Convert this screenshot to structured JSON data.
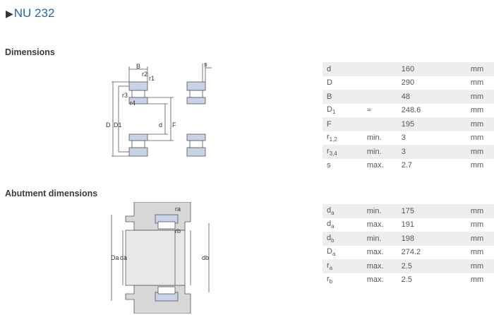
{
  "header": {
    "title": "NU 232"
  },
  "sections": {
    "dimensions": "Dimensions",
    "abutment": "Abutment dimensions"
  },
  "diagram1_labels": {
    "B": "B",
    "r2": "r2",
    "r1": "r1",
    "r3": "r3",
    "r4": "r4",
    "D": "D",
    "D1": "D1",
    "d": "d",
    "F": "F",
    "s": "s"
  },
  "diagram2_labels": {
    "ra": "ra",
    "rb": "rb",
    "Da": "Da",
    "da": "da",
    "db": "db"
  },
  "dimensions": [
    {
      "sym": "d",
      "sub": "",
      "qual": "",
      "val": "160",
      "unit": "mm"
    },
    {
      "sym": "D",
      "sub": "",
      "qual": "",
      "val": "290",
      "unit": "mm"
    },
    {
      "sym": "B",
      "sub": "",
      "qual": "",
      "val": "48",
      "unit": "mm"
    },
    {
      "sym": "D",
      "sub": "1",
      "qual": "≈",
      "val": "248.6",
      "unit": "mm"
    },
    {
      "sym": "F",
      "sub": "",
      "qual": "",
      "val": "195",
      "unit": "mm"
    },
    {
      "sym": "r",
      "sub": "1,2",
      "qual": "min.",
      "val": "3",
      "unit": "mm"
    },
    {
      "sym": "r",
      "sub": "3,4",
      "qual": "min.",
      "val": "3",
      "unit": "mm"
    },
    {
      "sym": "s",
      "sub": "",
      "qual": "max.",
      "val": "2.7",
      "unit": "mm"
    }
  ],
  "abutment": [
    {
      "sym": "d",
      "sub": "a",
      "qual": "min.",
      "val": "175",
      "unit": "mm"
    },
    {
      "sym": "d",
      "sub": "a",
      "qual": "max.",
      "val": "191",
      "unit": "mm"
    },
    {
      "sym": "d",
      "sub": "b",
      "qual": "min.",
      "val": "198",
      "unit": "mm"
    },
    {
      "sym": "D",
      "sub": "a",
      "qual": "max.",
      "val": "274.2",
      "unit": "mm"
    },
    {
      "sym": "r",
      "sub": "a",
      "qual": "max.",
      "val": "2.5",
      "unit": "mm"
    },
    {
      "sym": "r",
      "sub": "b",
      "qual": "max.",
      "val": "2.5",
      "unit": "mm"
    }
  ]
}
